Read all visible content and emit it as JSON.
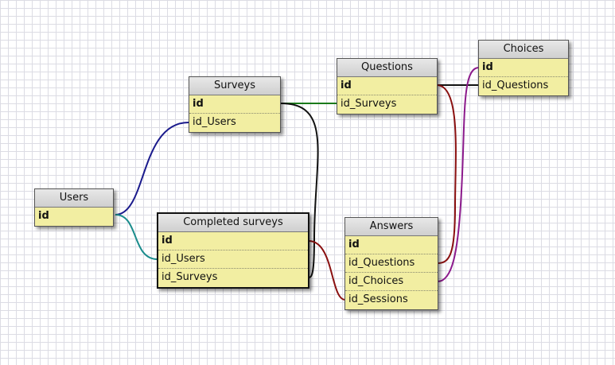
{
  "tables": {
    "users": {
      "title": "Users",
      "fields": [
        "id"
      ]
    },
    "surveys": {
      "title": "Surveys",
      "fields": [
        "id",
        "id_Users"
      ]
    },
    "completed_surveys": {
      "title": "Completed surveys",
      "fields": [
        "id",
        "id_Users",
        "id_Surveys"
      ]
    },
    "questions": {
      "title": "Questions",
      "fields": [
        "id",
        "id_Surveys"
      ]
    },
    "choices": {
      "title": "Choices",
      "fields": [
        "id",
        "id_Questions"
      ]
    },
    "answers": {
      "title": "Answers",
      "fields": [
        "id",
        "id_Questions",
        "id_Choices",
        "id_Sessions"
      ]
    }
  },
  "relation_colors": {
    "surveys_users": "#1a1a8c",
    "completed_users": "#1a8c8c",
    "questions_surveys": "#1a7a1a",
    "completed_surveys": "#111111",
    "choices_questions": "#111111",
    "answers_questions": "#8a1010",
    "answers_choices": "#8c1a8c",
    "answers_sessions": "#8a1010"
  }
}
